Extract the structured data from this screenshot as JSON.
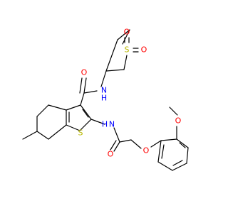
{
  "colors": {
    "bond": "#000000",
    "O": "#ff0000",
    "N": "#0000ff",
    "S": "#b8b800"
  },
  "atoms": {
    "s_sulfone": "S",
    "o_sulfone_top": "O",
    "o_sulfone_right": "O",
    "nh_amide": "N",
    "h_amide": "H",
    "o_carboxamide": "O",
    "nh_acetamide": "N",
    "h_acetamide": "H",
    "s_thiophene": "S",
    "o_acetamide": "O",
    "o_ether": "O",
    "o_methoxy": "O"
  }
}
